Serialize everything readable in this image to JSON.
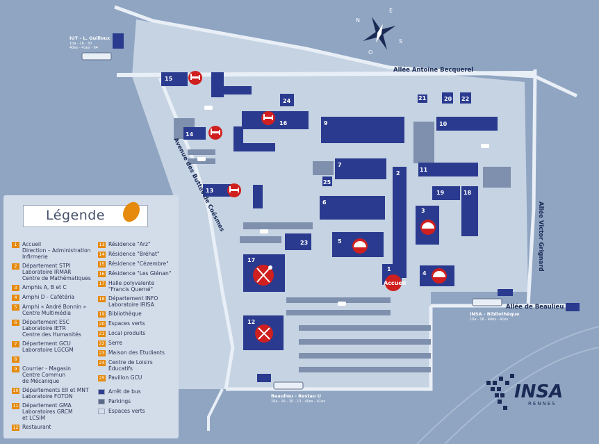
{
  "legend": {
    "title": "Légende",
    "entries": [
      {
        "num": "1",
        "text": "Accueil\nDirection – Administration\nInfirmerie"
      },
      {
        "num": "2",
        "text": "Département STPI\nLaboratoire IRMAR\nCentre de Mathématiques"
      },
      {
        "num": "3",
        "text": "Amphis A, B et C"
      },
      {
        "num": "4",
        "text": "Amphi D - Cafétéria"
      },
      {
        "num": "5",
        "text": "Amphi « André Bonnin »\nCentre Multimédia"
      },
      {
        "num": "6",
        "text": "Département ESC\nLaboratoire IETR\nCentre des Humanités"
      },
      {
        "num": "7",
        "text": "Département GCU\nLaboratoire LGCGM"
      },
      {
        "num": "8",
        "text": ""
      },
      {
        "num": "9",
        "text": "Courrier - Magasin\nCentre Commun\nde Mécanique"
      },
      {
        "num": "10",
        "text": "Départements EII et MNT\nLaboratoire FOTON"
      },
      {
        "num": "11",
        "text": "Département GMA\nLaboratoires GRCM\net LCSIM"
      },
      {
        "num": "12",
        "text": "Restaurant"
      },
      {
        "num": "13",
        "text": "Résidence \"Arz\""
      },
      {
        "num": "14",
        "text": "Résidence \"Bréhat\""
      },
      {
        "num": "15",
        "text": "Résidence \"Cézembre\""
      },
      {
        "num": "16",
        "text": "Résidence \"Les Glénan\""
      },
      {
        "num": "17",
        "text": "Halle polyvalente\n\"Francis Querné\""
      },
      {
        "num": "18",
        "text": "Département INFO\nLaboratoire IRISA"
      },
      {
        "num": "19",
        "text": "Bibliothèque"
      },
      {
        "num": "20",
        "text": "Espaces verts"
      },
      {
        "num": "21",
        "text": "Local produits"
      },
      {
        "num": "22",
        "text": "Serre"
      },
      {
        "num": "23",
        "text": "Maison des Etudiants"
      },
      {
        "num": "24",
        "text": "Centre de Loisirs\nÉducatifs"
      },
      {
        "num": "25",
        "text": "Pavillon GCU"
      }
    ],
    "keys": [
      {
        "label": "Arrêt de bus",
        "color": "#2f3f8e"
      },
      {
        "label": "Parkings",
        "color": "#5a6a86"
      },
      {
        "label": "Espaces verts",
        "color": "#d5e0ec"
      }
    ]
  },
  "streets": {
    "becquerel": "Allée Antoine Becquerel",
    "buttes": "Avenue des Buttes de Coësmes",
    "grignard": "Allée Victor Grignard",
    "beaulieu": "Allée de Beaulieu"
  },
  "bus_stops": {
    "iut": {
      "title": "IUT - L. Guilloux",
      "lines": "10a - 16 - 30",
      "sub": "40ex - 41ex - 64"
    },
    "bibliotheque": {
      "title": "INSA - Bibliothèque",
      "lines": "10a - 16 - 40ex - 41ex"
    },
    "restau": {
      "title": "Beaulieu - Restau U",
      "lines": "10a - 16 - 30 - 13 - 40ex - 41ex"
    }
  },
  "compass": {
    "n": "N",
    "s": "S",
    "e": "E",
    "o": "O"
  },
  "accueil_label": "Accueil",
  "logo": {
    "name": "INSA",
    "city": "RENNES"
  },
  "colors": {
    "background": "#8fa5c2",
    "campus": "#c6d3e3",
    "building": "#2a3b8f",
    "parking": "#5a6a86",
    "accent": "#e58a0c",
    "marker": "#d01f1f"
  }
}
